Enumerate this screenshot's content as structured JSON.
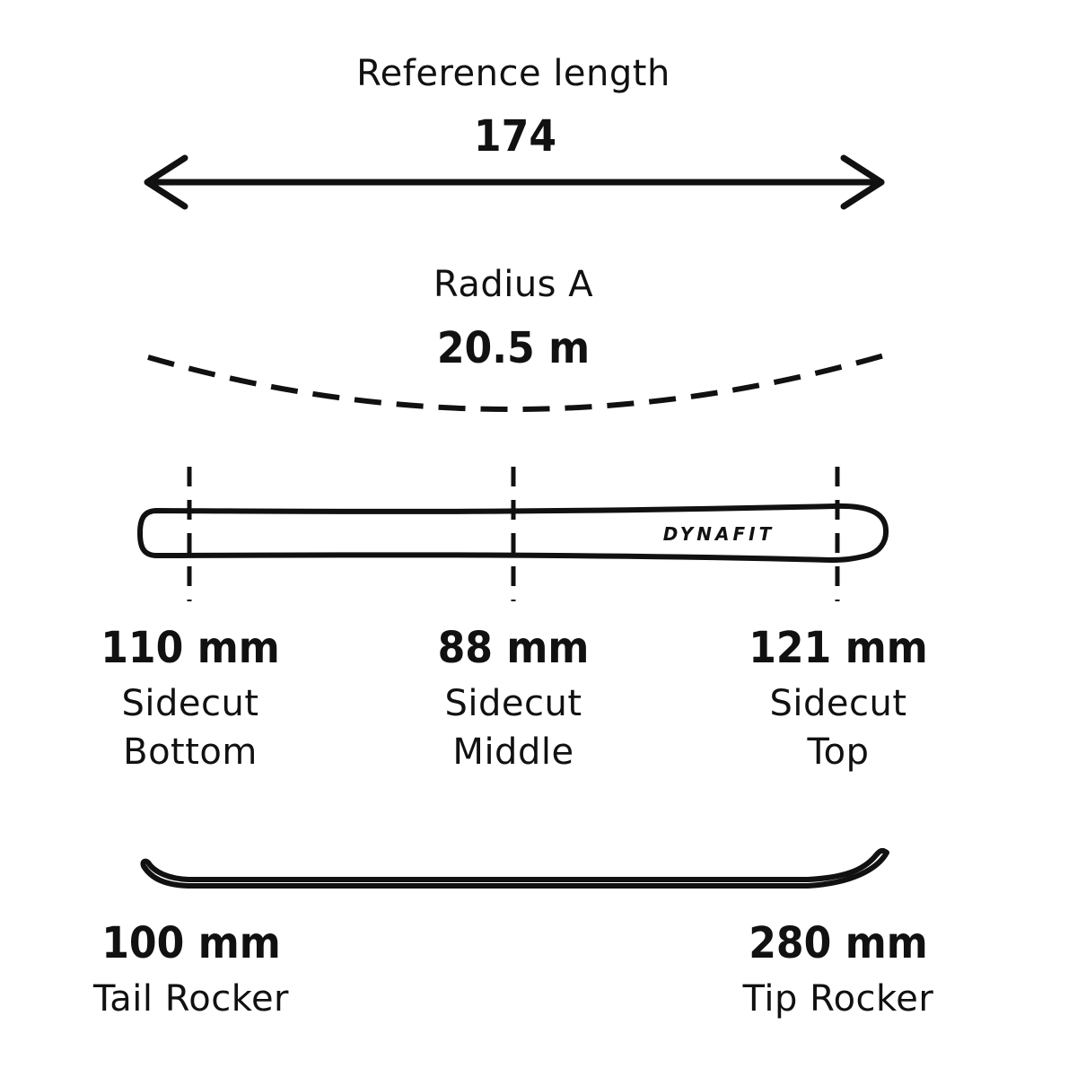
{
  "reference_length": {
    "label": "Reference length",
    "value": "174"
  },
  "radius": {
    "label": "Radius A",
    "value": "20.5 m"
  },
  "ski": {
    "brand": "DYNAFIT"
  },
  "sidecut": {
    "bottom": {
      "value": "110 mm",
      "line1": "Sidecut",
      "line2": "Bottom"
    },
    "middle": {
      "value": "88 mm",
      "line1": "Sidecut",
      "line2": "Middle"
    },
    "top": {
      "value": "121 mm",
      "line1": "Sidecut",
      "line2": "Top"
    }
  },
  "rocker": {
    "tail": {
      "value": "100 mm",
      "label": "Tail Rocker"
    },
    "tip": {
      "value": "280 mm",
      "label": "Tip Rocker"
    }
  },
  "colors": {
    "ink": "#111111",
    "background": "#ffffff"
  }
}
